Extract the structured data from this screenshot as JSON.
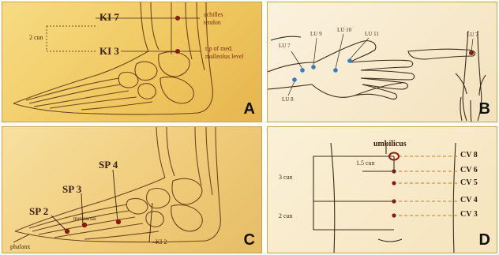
{
  "panels": {
    "a": {
      "letter": "A",
      "points": {
        "ki7": "KI 7",
        "ki3": "KI 3"
      },
      "measure": "2 cun",
      "notes": {
        "achilles_line1": "achilles",
        "achilles_line2": "tendon",
        "tip_line1": "tip of med.",
        "tip_line2": "malleolus level"
      }
    },
    "b": {
      "letter": "B",
      "points": {
        "lu7": "LU 7",
        "lu9": "LU 9",
        "lu10": "LU 10",
        "lu11": "LU 11",
        "lu8": "LU 8",
        "lu7_right": "LU 7"
      }
    },
    "c": {
      "letter": "C",
      "points": {
        "sp2": "SP 2",
        "sp3": "SP 3",
        "sp4": "SP 4",
        "ki2": "KI 2"
      },
      "notes": {
        "phalanx": "phalanx",
        "metatarsal": "metatarsal"
      }
    },
    "d": {
      "letter": "D",
      "notes": {
        "umbilicus": "umbilicus",
        "cun_15": "1.5 cun",
        "cun_3": "3 cun",
        "cun_2": "2 cun"
      },
      "points": {
        "cv8": "CV 8",
        "cv6": "CV 6",
        "cv5": "CV 5",
        "cv4": "CV 4",
        "cv3": "CV 3"
      }
    }
  },
  "colors": {
    "ink": "#5a2e10",
    "point_red": "#8a1a10",
    "point_blue": "#2f7fc0",
    "dash_orange": "#d07820"
  }
}
